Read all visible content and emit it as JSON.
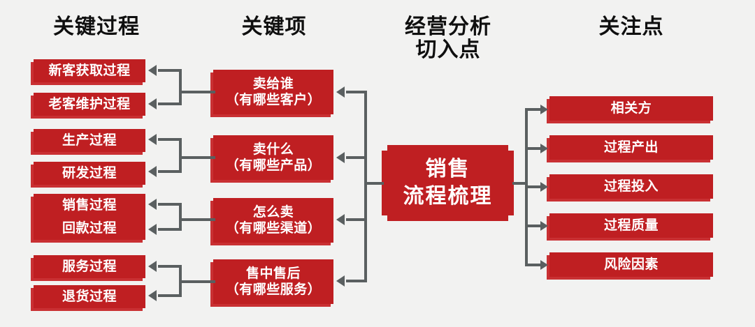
{
  "diagram": {
    "background_color": "#f2f2f1",
    "node_color": "#bf1f22",
    "node_text_color": "#ffffff",
    "connector_color": "#5a5f60",
    "heading_color": "#0f0f0f"
  },
  "headings": [
    {
      "id": "key-processes",
      "label": "关键过程"
    },
    {
      "id": "key-items",
      "label": "关键项"
    },
    {
      "id": "analysis-entry",
      "label": "经营分析\n切入点"
    },
    {
      "id": "focus-points",
      "label": "关注点"
    }
  ],
  "key_processes": [
    {
      "label": "新客获取过程"
    },
    {
      "label": "老客维护过程"
    },
    {
      "label": "生产过程"
    },
    {
      "label": "研发过程"
    },
    {
      "label": "销售过程"
    },
    {
      "label": "回款过程"
    },
    {
      "label": "服务过程"
    },
    {
      "label": "退货过程"
    }
  ],
  "key_items": [
    {
      "line1": "卖给谁",
      "line2": "（有哪些客户）"
    },
    {
      "line1": "卖什么",
      "line2": "（有哪些产品）"
    },
    {
      "line1": "怎么卖",
      "line2": "（有哪些渠道）"
    },
    {
      "line1": "售中售后",
      "line2": "（有哪些服务）"
    }
  ],
  "center": {
    "line1": "销售",
    "line2": "流程梳理"
  },
  "focus_points": [
    {
      "label": "相关方"
    },
    {
      "label": "过程产出"
    },
    {
      "label": "过程投入"
    },
    {
      "label": "过程质量"
    },
    {
      "label": "风险因素"
    }
  ]
}
